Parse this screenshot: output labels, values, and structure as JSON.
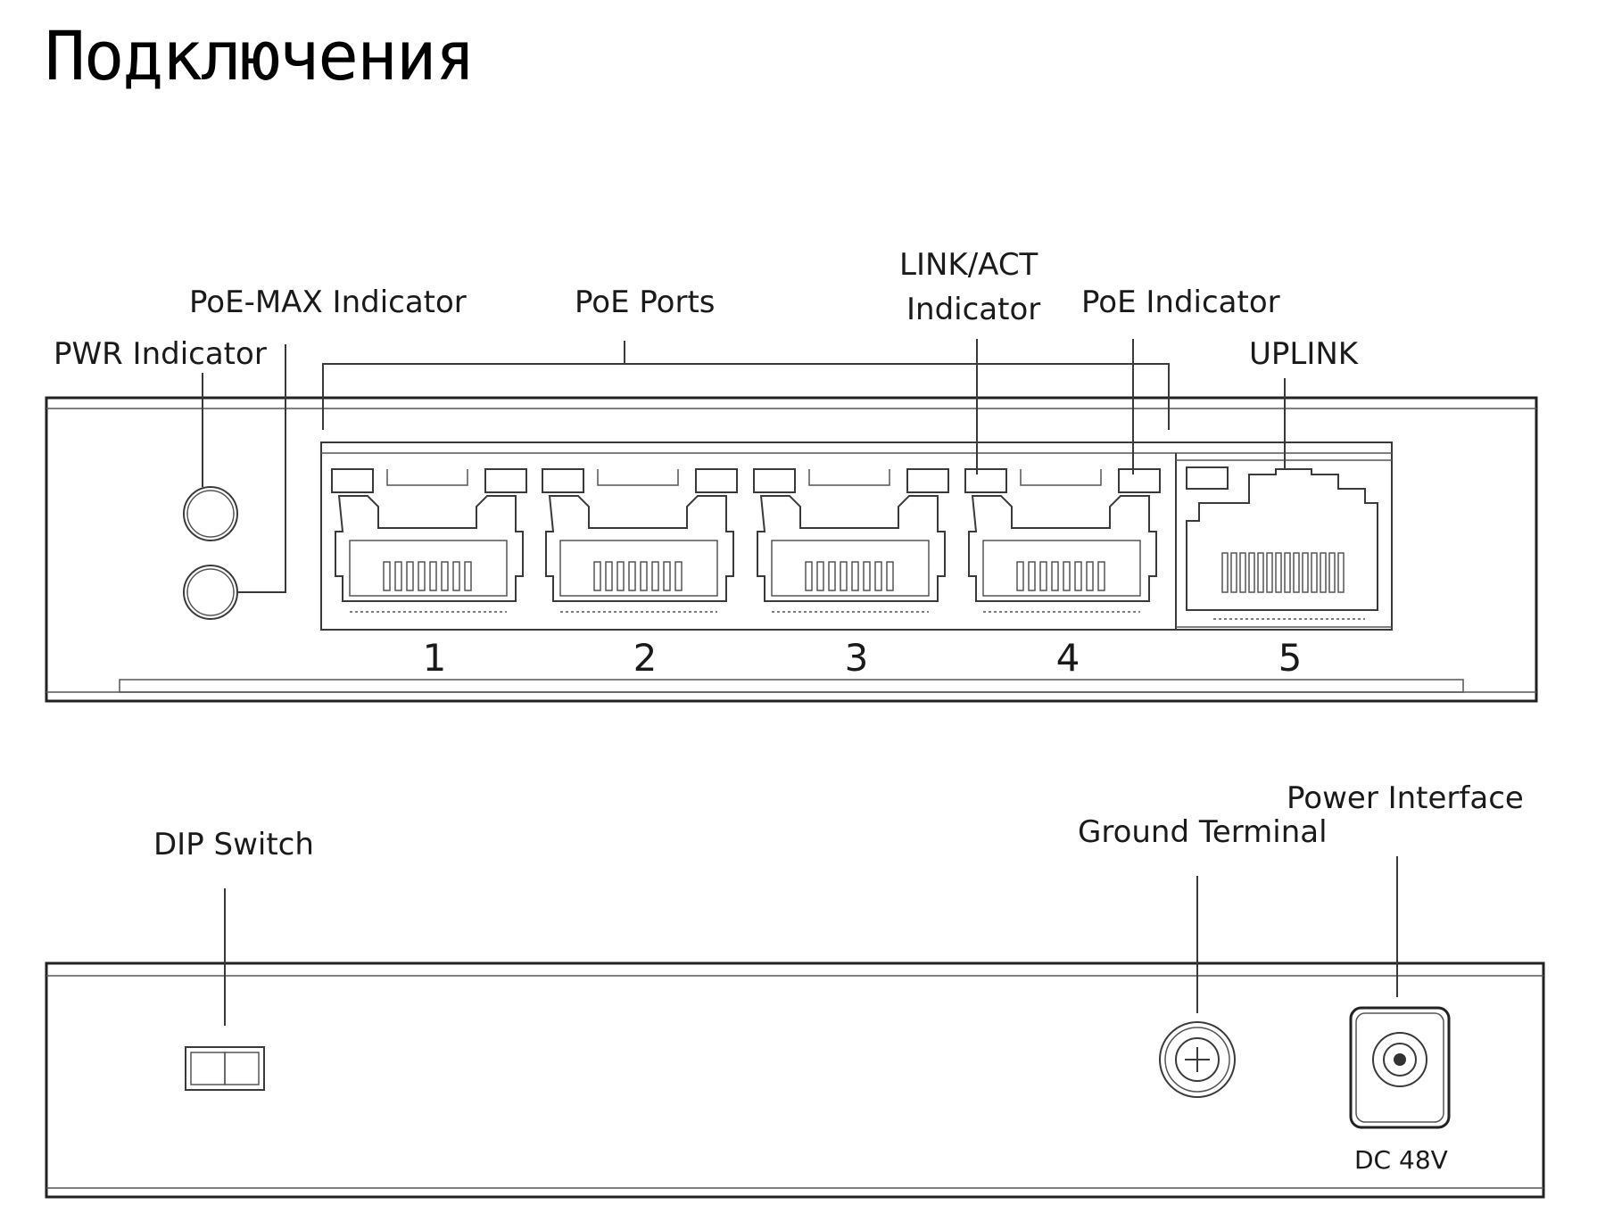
{
  "title": "Подключения",
  "front_panel": {
    "labels": {
      "pwr": "PWR Indicator",
      "poe_max": "PoE-MAX Indicator",
      "poe_ports": "PoE Ports",
      "link_act_1": "LINK/ACT",
      "link_act_2": "Indicator",
      "poe_indicator": "PoE Indicator",
      "uplink": "UPLINK"
    },
    "port_numbers": [
      "1",
      "2",
      "3",
      "4",
      "5"
    ]
  },
  "rear_panel": {
    "labels": {
      "dip_switch": "DIP Switch",
      "ground_terminal": "Ground Terminal",
      "power_interface": "Power Interface",
      "dc_voltage": "DC 48V"
    }
  }
}
